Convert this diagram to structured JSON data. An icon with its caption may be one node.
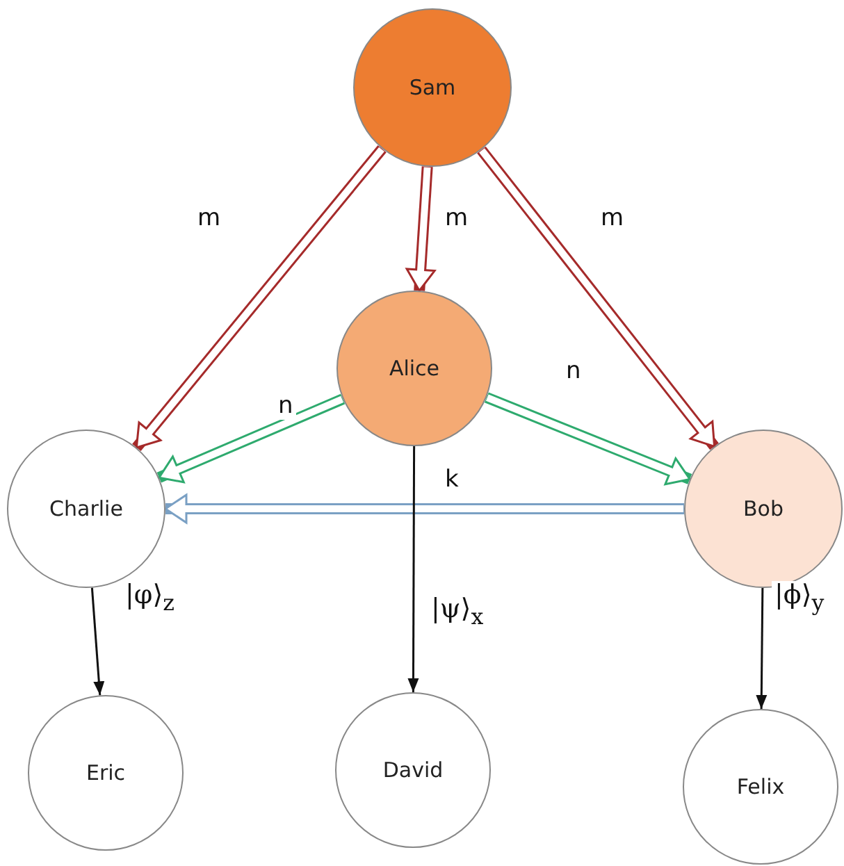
{
  "diagram": {
    "nodes": [
      {
        "text": [
          "Sam"
        ]
      },
      {
        "text": [
          "Alice"
        ]
      },
      {
        "text": [
          "Charlie"
        ]
      },
      {
        "text": [
          "Bob"
        ]
      },
      {
        "text": [
          "Eric"
        ]
      },
      {
        "text": [
          "David"
        ]
      },
      {
        "text": [
          "Felix"
        ]
      }
    ],
    "edges": [
      {
        "from": 0,
        "to": 2,
        "arrow": "to",
        "label": "m",
        "color": "#a52a2a"
      },
      {
        "from": 0,
        "to": 1,
        "arrow": "to",
        "label": "m",
        "color": "#a52a2a"
      },
      {
        "from": 0,
        "to": 3,
        "arrow": "to",
        "label": "m",
        "color": "#a52a2a"
      },
      {
        "from": 1,
        "to": 2,
        "arrow": "to",
        "label": "n",
        "color": "#2eaa6e"
      },
      {
        "from": 1,
        "to": 3,
        "arrow": "to",
        "label": "n",
        "color": "#2eaa6e"
      },
      {
        "from": 3,
        "to": 2,
        "arrow": "to",
        "label": "k",
        "color": "#7aa0c4"
      },
      {
        "from": 2,
        "to": 4,
        "arrow": "to",
        "label": "|φ⟩$_{z}$",
        "color": "#111111"
      },
      {
        "from": 1,
        "to": 5,
        "arrow": "to",
        "label": "|ψ⟩$_{x}$",
        "color": "#111111"
      },
      {
        "from": 3,
        "to": 6,
        "arrow": "to",
        "label": "|ϕ⟩$_{y}$",
        "color": "#111111"
      }
    ]
  }
}
